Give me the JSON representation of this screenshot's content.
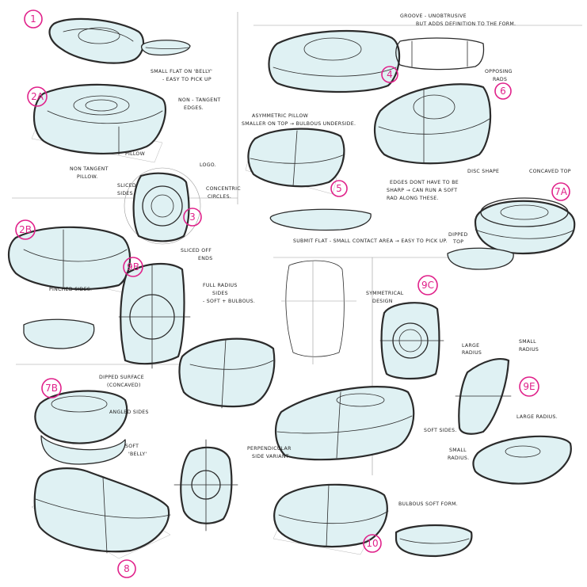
{
  "numbers": {
    "n1": "1",
    "n2a": "2A",
    "n3": "3",
    "n2b": "2B",
    "n9b": "9B",
    "n4": "4",
    "n6": "6",
    "n5": "5",
    "n7a": "7A",
    "n9c": "9C",
    "n7b": "7B",
    "n9e": "9E",
    "n8": "8",
    "n10": "10"
  },
  "annotations": {
    "small_flat_1": "SMALL FLAT ON 'BELLY'",
    "small_flat_2": "- EASY TO PICK UP",
    "non_tangent_edges_1": "NON - TANGENT",
    "non_tangent_edges_2": "EDGES.",
    "pillow": "PILLOW",
    "non_tangent_pillow_1": "NON TANGENT",
    "non_tangent_pillow_2": "PILLOW.",
    "logo": "LOGO.",
    "sliced_sides_1": "SLICED",
    "sliced_sides_2": "SIDES",
    "concentric_1": "CONCENTRIC",
    "concentric_2": "CIRCLES.",
    "groove_1": "GROOVE - UNOBTRUSIVE",
    "groove_2": "BUT ADDS DEFINITION TO THE FORM.",
    "opposing_1": "OPPOSING",
    "opposing_2": "RADS",
    "asym_1": "ASYMMETRIC PILLOW",
    "asym_2": "SMALLER ON TOP → BULBOUS UNDERSIDE.",
    "edges_1": "EDGES DONT HAVE TO BE",
    "edges_2": "SHARP → CAN RUN A SOFT",
    "edges_3": "RAD ALONG THESE.",
    "disc_shape": "DISC SHAPE",
    "concave_top": "CONCAVED TOP",
    "dipped_1": "DIPPED",
    "dipped_2": "TOP",
    "submit_flat": "SUBMIT FLAT - SMALL CONTACT AREA → EASY TO PICK UP.",
    "sliced_off_1": "SLICED OFF",
    "sliced_off_2": "ENDS",
    "pinched_sides": "PINCHED SIDES.",
    "full_radius_1": "FULL RADIUS",
    "full_radius_2": "SIDES",
    "full_radius_3": "- SOFT + BULBOUS.",
    "symmetrical_1": "SYMMETRICAL",
    "symmetrical_2": "DESIGN",
    "large_radius_1": "LARGE",
    "large_radius_2": "RADIUS",
    "small_radius_top_1": "SMALL",
    "small_radius_top_2": "RADIUS",
    "large_radius_right": "LARGE RADIUS.",
    "small_radius_bottom_1": "SMALL",
    "small_radius_bottom_2": "RADIUS.",
    "dipped_surface_1": "DIPPED SURFACE",
    "dipped_surface_2": "(CONCAVED)",
    "angled_sides": "ANGLED SIDES",
    "soft_belly_1": "SOFT",
    "soft_belly_2": "'BELLY'",
    "soft_sides": "SOFT SIDES.",
    "perpendicular_1": "PERPENDICULAR",
    "perpendicular_2": "SIDE VARIANT",
    "bulbous_soft_form": "BULBOUS SOFT FORM."
  },
  "colors": {
    "marker_pink": "#e0218a",
    "ink": "#2b2b2b",
    "blue_tint": "#dff1f3"
  }
}
